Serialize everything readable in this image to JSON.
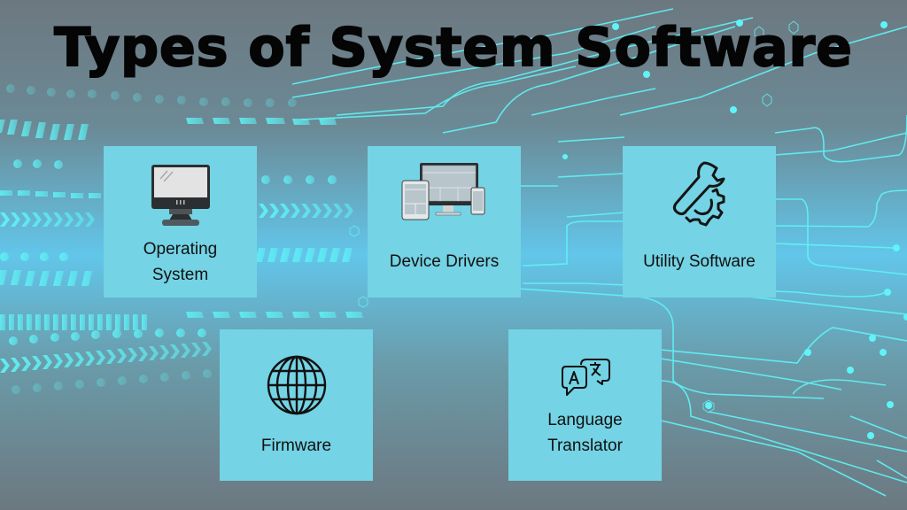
{
  "title": "Types of System Software",
  "colors": {
    "card_bg": "#74d3e4",
    "accent_cyan": "#5ff4f7",
    "bg_gray": "#6c7880",
    "bg_blue": "#62c6ea",
    "text": "#111111"
  },
  "cards": [
    {
      "id": "operating-system",
      "label_lines": [
        "Operating",
        "System"
      ],
      "icon": "monitor-icon"
    },
    {
      "id": "device-drivers",
      "label_lines": [
        "Device Drivers"
      ],
      "icon": "devices-icon"
    },
    {
      "id": "utility-software",
      "label_lines": [
        "Utility Software"
      ],
      "icon": "wrench-gear-icon"
    },
    {
      "id": "firmware",
      "label_lines": [
        "Firmware"
      ],
      "icon": "globe-icon"
    },
    {
      "id": "language-translator",
      "label_lines": [
        "Language",
        "Translator"
      ],
      "icon": "translate-chat-icon"
    }
  ]
}
